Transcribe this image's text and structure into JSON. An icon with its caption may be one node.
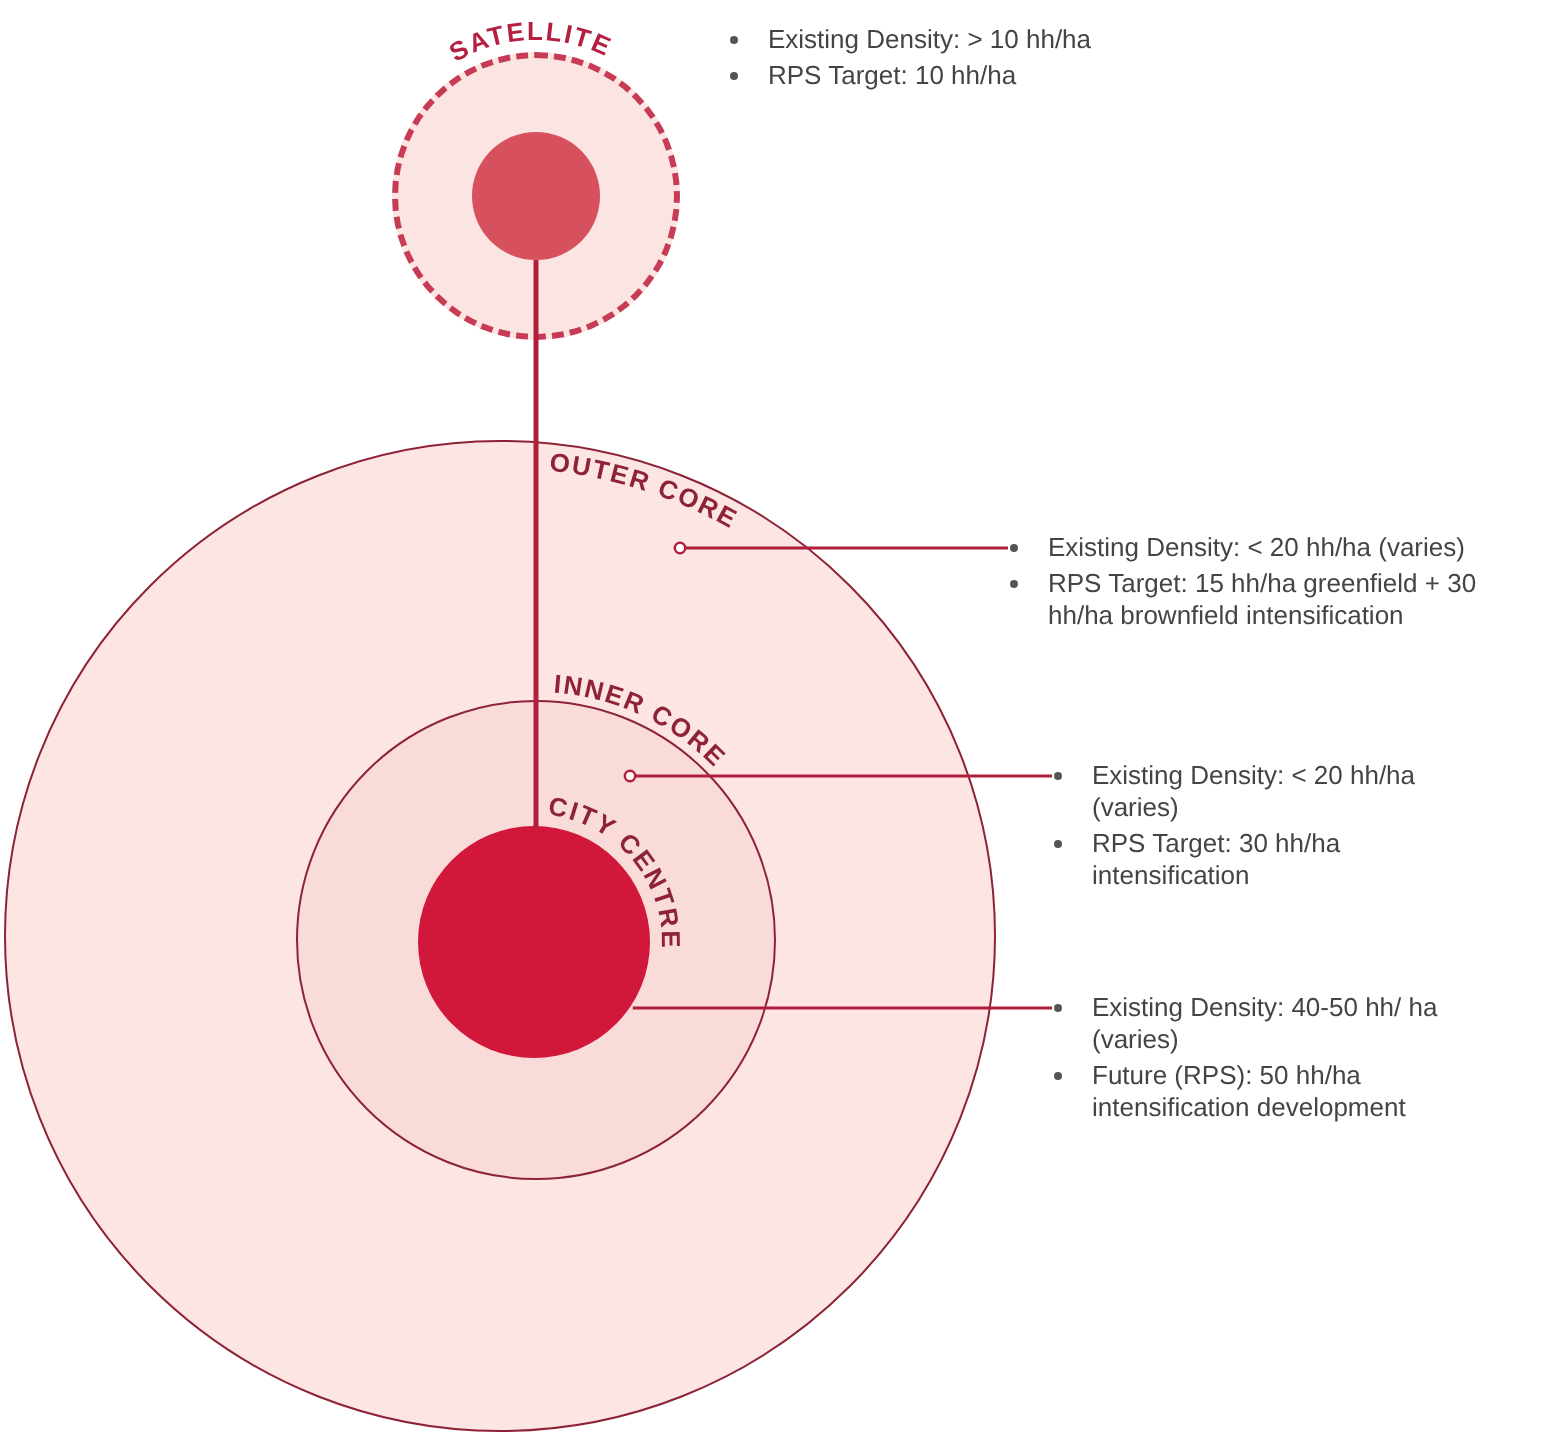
{
  "diagram": {
    "nodes": [
      {
        "text": [
          "SATELLITE"
        ],
        "beside": [
          "Existing Density: > 10 hh/ha",
          "RPS Target: 10 hh/ha"
        ]
      },
      {
        "text": [],
        "shape": "circle",
        "in": 0
      },
      {
        "text": [
          "OUTER CORE"
        ]
      },
      {
        "text": [
          "INNER CORE"
        ],
        "in": 2
      },
      {
        "text": [
          "CITY CENTRE"
        ],
        "in": 3
      },
      {
        "text": [
          "Existing Density: < 20 hh/ha (varies)",
          "RPS Target: 15 hh/ha greenfield + 30 hh/ha brownfield intensification"
        ]
      },
      {
        "text": [
          "Existing Density: < 20 hh/ha (varies)",
          "RPS Target: 30 hh/ha intensification"
        ]
      },
      {
        "text": [
          "Existing Density: 40-50  hh/ ha (varies)",
          "Future (RPS): 50 hh/ha intensification development"
        ]
      }
    ],
    "edges": [
      {
        "from": 1,
        "to": 4,
        "arrow": "none"
      },
      {
        "from": 5,
        "to": 2,
        "arrow": "other"
      },
      {
        "from": 6,
        "to": 3,
        "arrow": "other"
      },
      {
        "from": 7,
        "to": 4,
        "arrow": "none"
      }
    ]
  }
}
